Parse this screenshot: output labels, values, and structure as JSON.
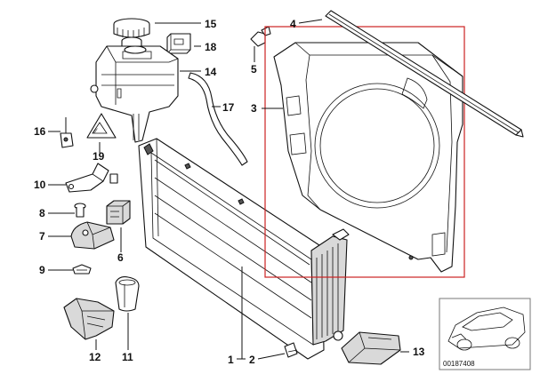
{
  "callouts": {
    "p1": "1",
    "p2": "2",
    "p3": "3",
    "p4": "4",
    "p5": "5",
    "p6": "6",
    "p7": "7",
    "p8": "8",
    "p9": "9",
    "p10": "10",
    "p11": "11",
    "p12": "12",
    "p13": "13",
    "p14": "14",
    "p15": "15",
    "p16": "16",
    "p17": "17",
    "p18": "18",
    "p19": "19"
  },
  "reference_number": "00187408",
  "colors": {
    "highlight_box": "#cc2222",
    "line": "#111111",
    "fill_shade": "#d9d9d9"
  },
  "icons": [
    "car-thumbnail-icon"
  ]
}
